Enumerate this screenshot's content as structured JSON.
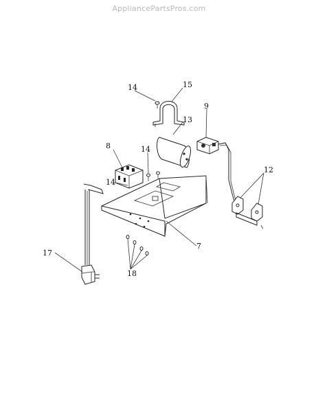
{
  "watermark": "AppliancePartsPros.com",
  "labels": {
    "p7": "7",
    "p8": "8",
    "p9": "9",
    "p12": "12",
    "p13": "13",
    "p14a": "14",
    "p14b": "14",
    "p14c": "14",
    "p15": "15",
    "p17": "17",
    "p18": "18"
  }
}
